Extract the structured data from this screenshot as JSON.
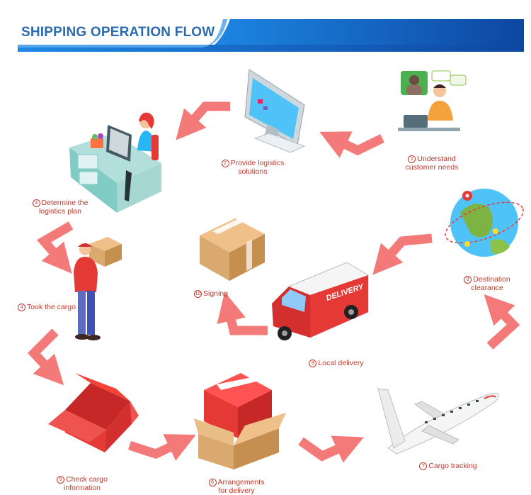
{
  "header": {
    "title": "SHIPPING OPERATION FLOW"
  },
  "colors": {
    "header_blue": "#1565c0",
    "header_light": "#4fa3e8",
    "arrow": "#f47a7a",
    "label_red": "#c0392b",
    "box_red": "#e8343c",
    "cardboard": "#d9a96f"
  },
  "van_text": "DELIVERY",
  "steps": [
    {
      "num": "1",
      "text": "Understand\ncustomer needs",
      "icon": "customer-service-icon"
    },
    {
      "num": "2",
      "text": "Provide logistics\nsolutions",
      "icon": "monitor-icon"
    },
    {
      "num": "3",
      "text": "Determine the\nlogistics plan",
      "icon": "office-desk-icon"
    },
    {
      "num": "4",
      "text": "Took the cargo",
      "icon": "courier-icon"
    },
    {
      "num": "5",
      "text": "Check cargo\ninformation",
      "icon": "open-red-box-icon"
    },
    {
      "num": "6",
      "text": "Arrangements\nfor delivery",
      "icon": "packed-box-icon"
    },
    {
      "num": "7",
      "text": "Cargo tracking",
      "icon": "airplane-icon"
    },
    {
      "num": "8",
      "text": "Destination\nclearance",
      "icon": "globe-icon"
    },
    {
      "num": "9",
      "text": "Local delivery",
      "icon": "delivery-van-icon"
    },
    {
      "num": "10",
      "text": "Signing",
      "icon": "sealed-box-icon"
    }
  ]
}
